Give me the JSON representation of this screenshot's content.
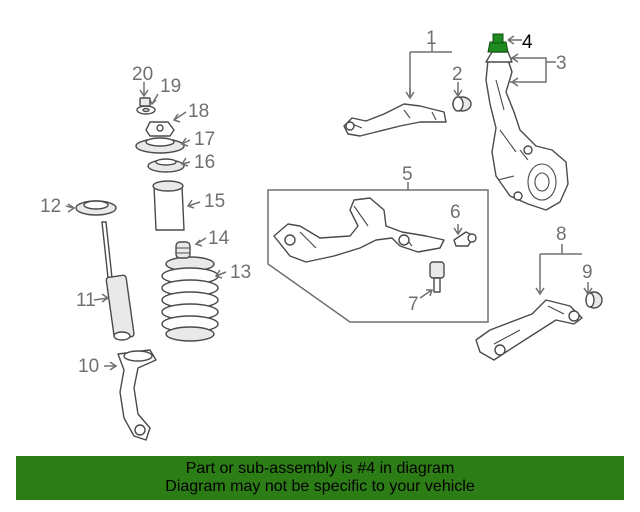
{
  "callouts": {
    "c1": "1",
    "c2": "2",
    "c3": "3",
    "c4": "4",
    "c5": "5",
    "c6": "6",
    "c7": "7",
    "c8": "8",
    "c9": "9",
    "c10": "10",
    "c11": "11",
    "c12": "12",
    "c13": "13",
    "c14": "14",
    "c15": "15",
    "c16": "16",
    "c17": "17",
    "c18": "18",
    "c19": "19",
    "c20": "20"
  },
  "highlight": {
    "part_number": "4",
    "color": "#1f8a1f"
  },
  "banner": {
    "line1": "Part or sub-assembly is #4 in diagram",
    "line2": "Diagram may not be specific to your vehicle",
    "background": "#2d7d16"
  }
}
